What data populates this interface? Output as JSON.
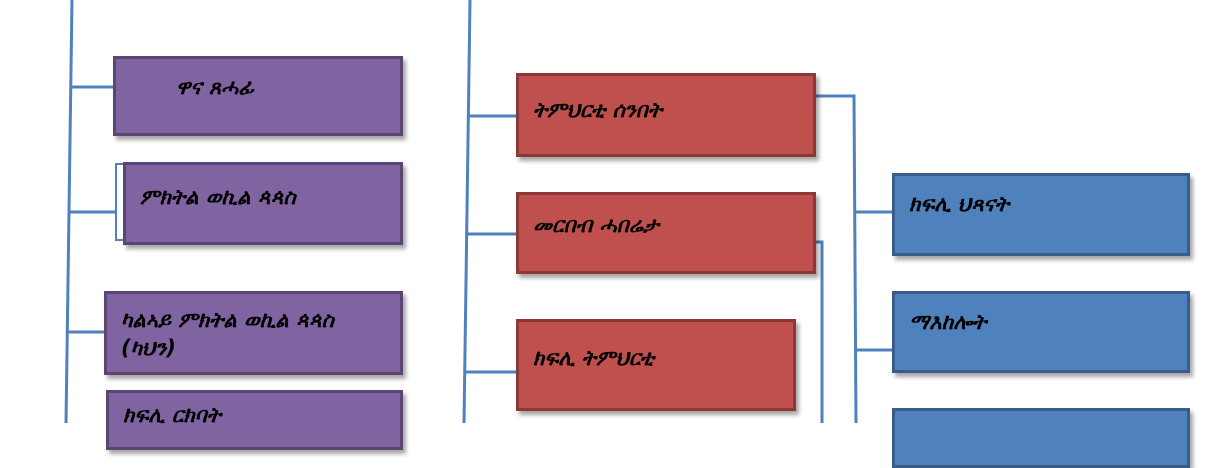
{
  "colors": {
    "connector": "#4f81bd",
    "purple_node": "#8064a2",
    "red_node": "#c0504d",
    "blue_node": "#4f81bd"
  },
  "nodes": {
    "purple_1": "ዋና  ጸሓፊ",
    "purple_2": "ምክትል ወኪል ጳጳስ",
    "purple_3": "ካልኣይ ምክትል ወኪል ጳጳስ (ካህን)",
    "purple_4": "ክፍሊ ርክባት",
    "red_1": "ትምህርቲ ሰንበት",
    "red_2": "መርበብ ሓበሬታ",
    "red_3": "ክፍሊ ትምህርቲ",
    "blue_1": "ክፍሊ ህጻናት",
    "blue_2": "ማእከሎት",
    "blue_3": ""
  }
}
